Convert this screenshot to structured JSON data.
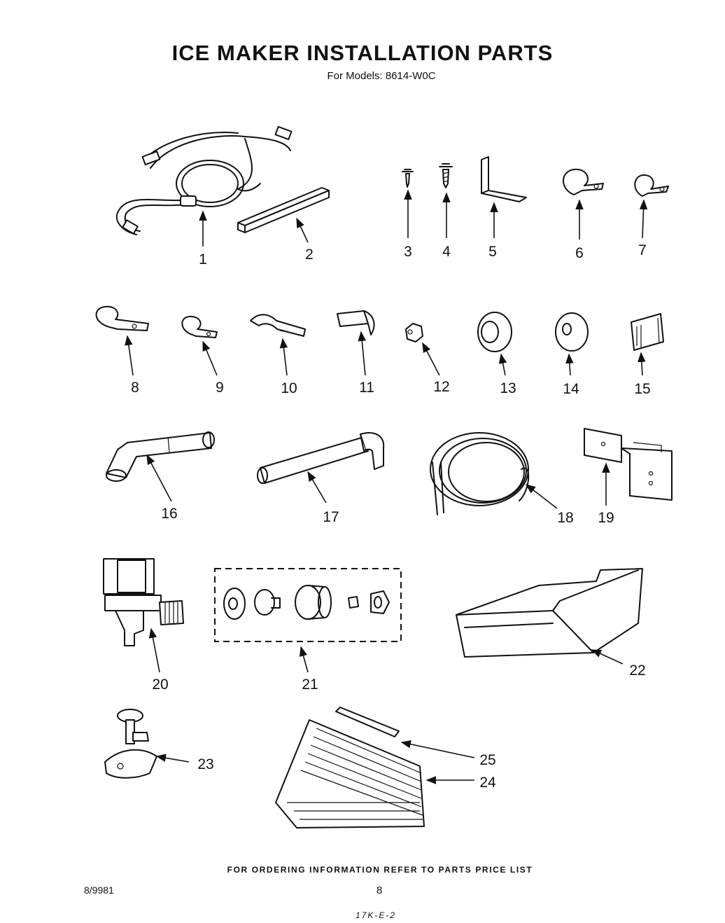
{
  "header": {
    "title": "ICE MAKER INSTALLATION PARTS",
    "subtitle": "For Models: 8614-W0C"
  },
  "callouts": [
    "1",
    "2",
    "3",
    "4",
    "5",
    "6",
    "7",
    "8",
    "9",
    "10",
    "11",
    "12",
    "13",
    "14",
    "15",
    "16",
    "17",
    "18",
    "19",
    "20",
    "21",
    "22",
    "23",
    "24",
    "25"
  ],
  "footer": {
    "ordering_note": "FOR ORDERING INFORMATION REFER TO PARTS PRICE LIST",
    "doc_number": "8/9981",
    "page_number": "8",
    "handwritten_note": "17K-E-2"
  }
}
